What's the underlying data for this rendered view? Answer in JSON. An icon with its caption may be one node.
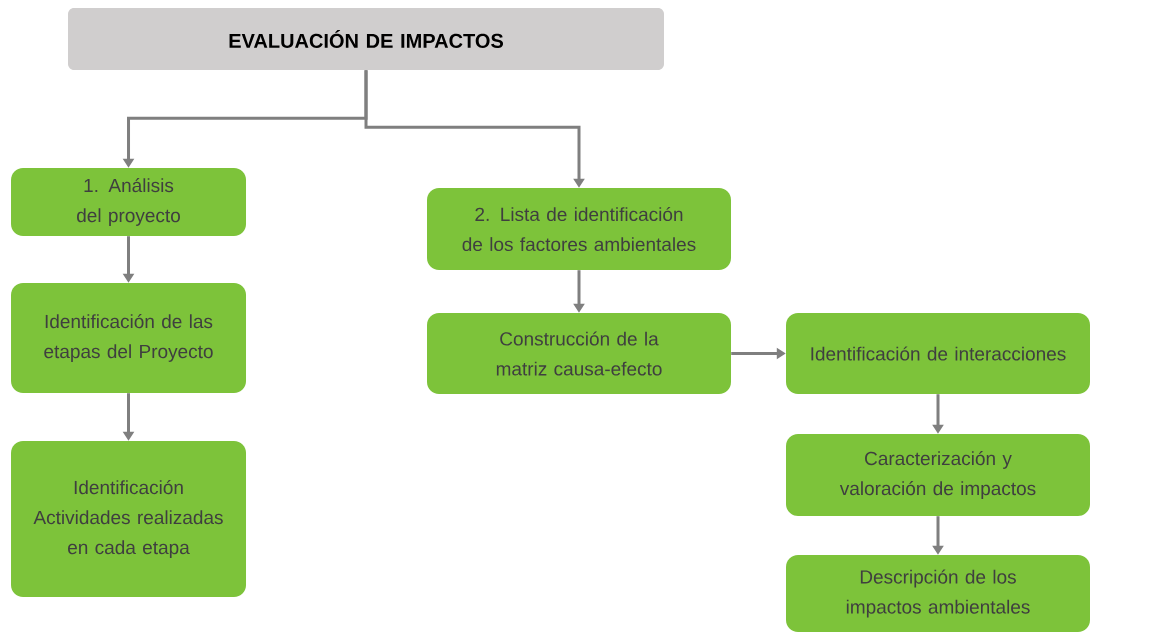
{
  "diagram": {
    "nodes": [
      {
        "text": [
          "EVALUACIÓN DE IMPACTOS"
        ]
      },
      {
        "text": [
          "1. Análisis del proyecto"
        ]
      },
      {
        "text": [
          "Identificación de las etapas del Proyecto"
        ]
      },
      {
        "text": [
          "Identificación Actividades realizadas en cada etapa"
        ]
      },
      {
        "text": [
          "2. Lista de identificación de los factores ambientales"
        ]
      },
      {
        "text": [
          "Construcción de la matriz causa-efecto"
        ]
      },
      {
        "text": [
          "Identificación de interacciones"
        ]
      },
      {
        "text": [
          "Caracterización y valoración de impactos"
        ]
      },
      {
        "text": [
          "Descripción de los impactos ambientales"
        ]
      }
    ],
    "edges": [
      {
        "from": 0,
        "to": 1,
        "arrow": "to"
      },
      {
        "from": 0,
        "to": 4,
        "arrow": "to"
      },
      {
        "from": 1,
        "to": 2,
        "arrow": "to"
      },
      {
        "from": 2,
        "to": 3,
        "arrow": "to"
      },
      {
        "from": 4,
        "to": 5,
        "arrow": "to"
      },
      {
        "from": 5,
        "to": 6,
        "arrow": "to"
      },
      {
        "from": 6,
        "to": 7,
        "arrow": "to"
      },
      {
        "from": 7,
        "to": 8,
        "arrow": "to"
      }
    ]
  }
}
